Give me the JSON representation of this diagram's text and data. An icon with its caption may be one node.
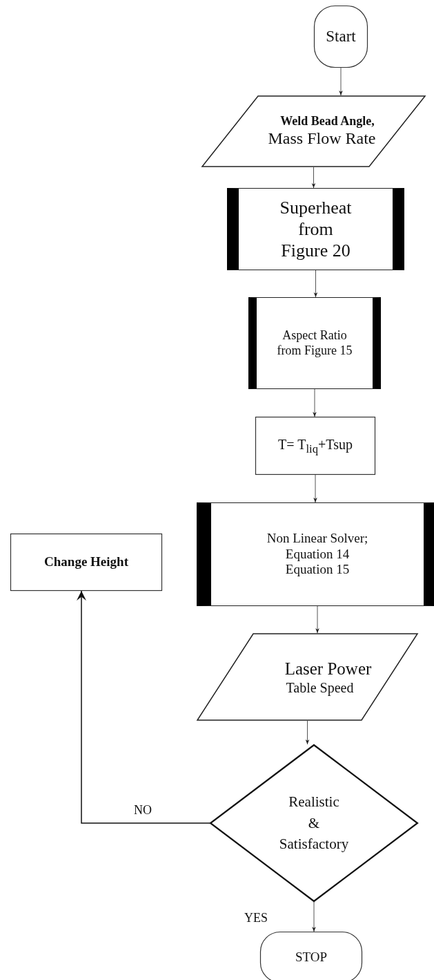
{
  "diagram": {
    "nodes": [
      {
        "text": [
          "Start"
        ]
      },
      {
        "text": [
          "Weld Bead Angle,",
          "Mass Flow Rate"
        ]
      },
      {
        "text": [
          "Superheat from Figure 20"
        ]
      },
      {
        "text": [
          "Aspect Ratio from Figure 15"
        ]
      },
      {
        "text": [
          "T= T$_{liq}$+Tsup"
        ]
      },
      {
        "text": [
          "Non Linear Solver; Equation 14 Equation 15"
        ]
      },
      {
        "text": [
          "Laser Power",
          "Table Speed"
        ]
      },
      {
        "text": [
          "Realistic & Satisfactory"
        ]
      },
      {
        "text": [
          "STOP"
        ]
      },
      {
        "text": [
          "Change Height"
        ]
      }
    ],
    "edges": [
      {
        "from": 0,
        "to": 1,
        "arrow": "to"
      },
      {
        "from": 1,
        "to": 2,
        "arrow": "to"
      },
      {
        "from": 2,
        "to": 3,
        "arrow": "to"
      },
      {
        "from": 3,
        "to": 4,
        "arrow": "to"
      },
      {
        "from": 4,
        "to": 5,
        "arrow": "to"
      },
      {
        "from": 5,
        "to": 6,
        "arrow": "to"
      },
      {
        "from": 6,
        "to": 7,
        "arrow": "to"
      },
      {
        "from": 7,
        "to": 9,
        "arrow": "to",
        "label": "NO"
      },
      {
        "from": 7,
        "to": 8,
        "arrow": "to",
        "label": "YES"
      }
    ]
  }
}
